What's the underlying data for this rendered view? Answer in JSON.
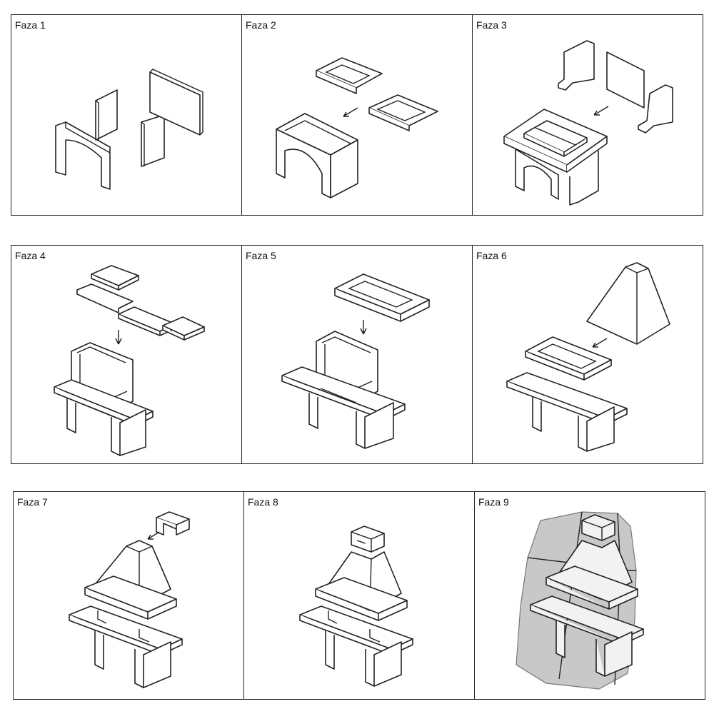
{
  "phases": [
    {
      "label": "Faza 1"
    },
    {
      "label": "Faza 2"
    },
    {
      "label": "Faza 3"
    },
    {
      "label": "Faza 4"
    },
    {
      "label": "Faza 5"
    },
    {
      "label": "Faza 6"
    },
    {
      "label": "Faza 7"
    },
    {
      "label": "Faza 8"
    },
    {
      "label": "Faza 9"
    }
  ],
  "colors": {
    "line": "#222222",
    "cover": "#c8c8c8"
  }
}
